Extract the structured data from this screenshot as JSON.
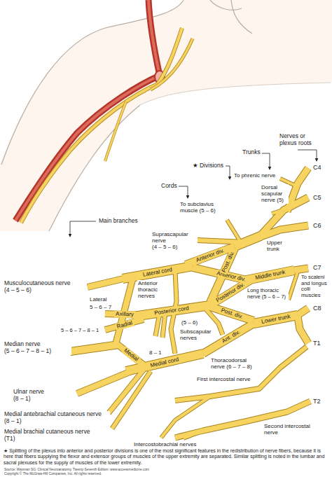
{
  "diagram": {
    "caption": "★ Splitting of the plexus into anterior and posterior divisions is one of the most significant features in the redistribution of nerve fibers, because it is here that fibers supplying the flexor and extensor groups of muscles of the upper extremity are separated. Similar splitting is noted in the lumbar and sacral plexuses for the supply of muscles of the lower extremity.",
    "labels": [
      "Nerves or plexus roots",
      "Trunks",
      "★ Divisions",
      "To phrenic nerve",
      "C4",
      "Cords",
      "Dorsal scapular nerve (5)",
      "C5",
      "To subclavius muscle (5 – 6)",
      "Main branches",
      "C6",
      "Suprascapular nerve (4 – 5 – 6)",
      "Upper trunk",
      "Anterior div.",
      "C7",
      "Lateral cord",
      "Anterior div.",
      "Middle trunk",
      "To scaleni and longus colli muscles",
      "Musculocutaneous nerve (4 – 5 – 6)",
      "Anterior thoracic nerves",
      "Post. div.",
      "Long thoracic nerve (5 – 6 – 7)",
      "Posterior div.",
      "Lateral",
      "5 – 6 – 7",
      "Posterior cord",
      "C8",
      "Post. div.",
      "Axillary",
      "(5 – 6)",
      "Lower trunk",
      "Radial",
      "5 – 6 – 7 – 8 – 1",
      "Subscapular nerves",
      "Ant. div.",
      "T1",
      "Median nerve (5 – 6 – 7 – 8 – 1)",
      "Medial",
      "8 – 1",
      "Thoracodorsal nerve (6 – 7 – 8)",
      "Medial cord",
      "First intercostal nerve",
      "Ulnar nerve (8 – 1)",
      "T2",
      "Medial antebrachial cutaneous nerve (8 – 1)",
      "Second intercostal nerve",
      "Medial brachial cutaneous nerve (T1)",
      "Intercostobrachial nerves",
      "Source: Waxman SG: Clinical Neuroanatomy, Twenty-Seventh Edition: www.accessmedicine.com",
      "Copyright © The McGraw-Hill Companies, Inc. All rights reserved."
    ]
  }
}
